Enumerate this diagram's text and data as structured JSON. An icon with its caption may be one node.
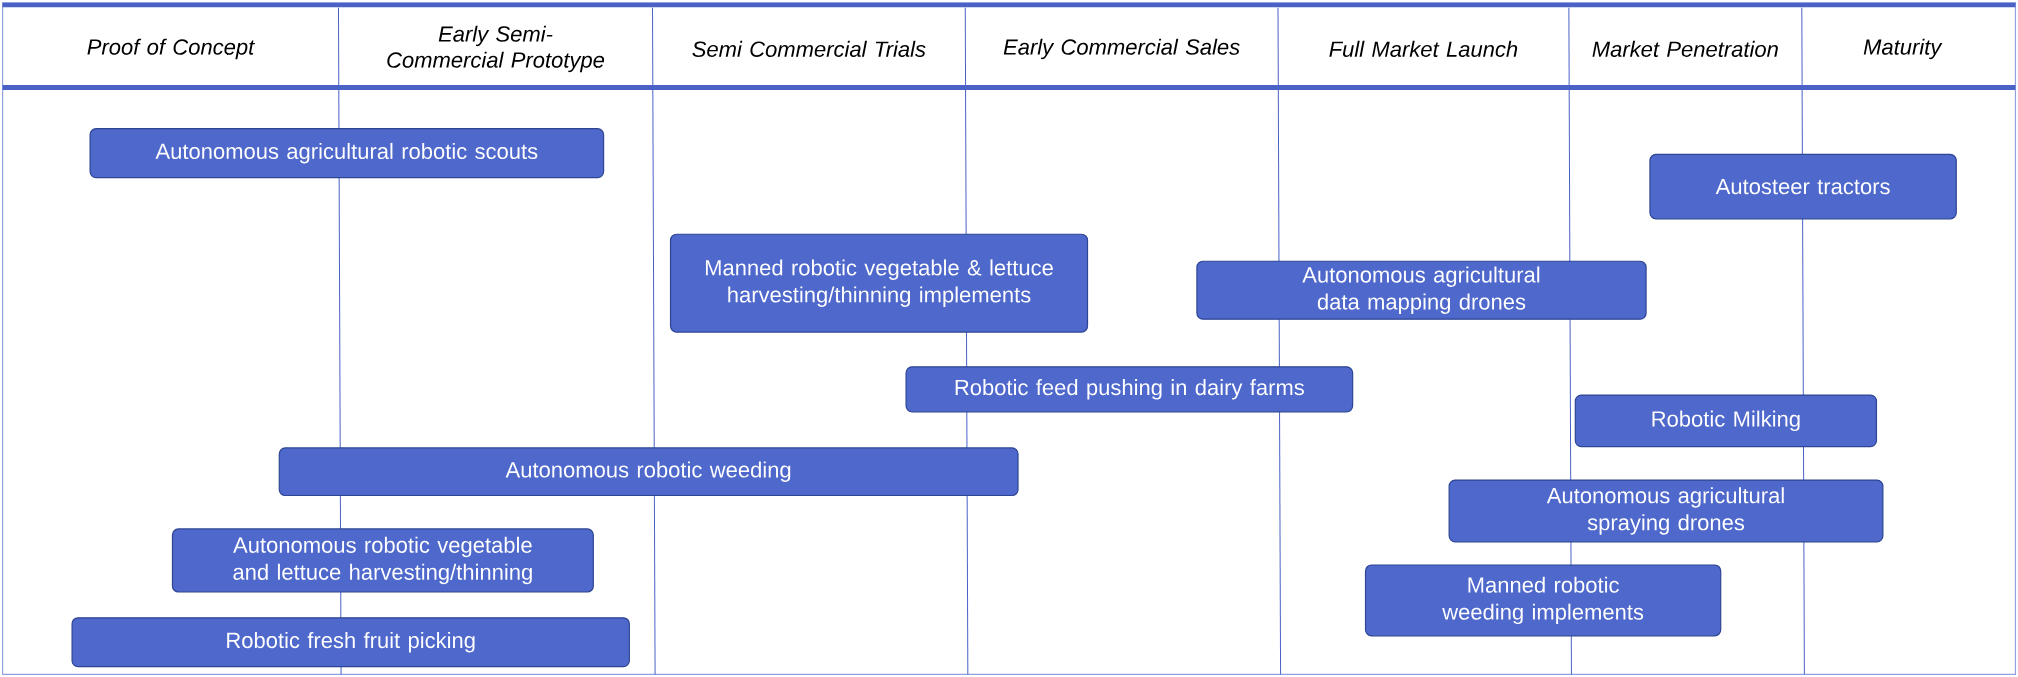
{
  "diagram": {
    "nodes": [
      {
        "text": [
          "Autonomous agricultural robotic scouts"
        ]
      },
      {
        "text": [
          "Autosteer tractors"
        ]
      },
      {
        "text": [
          "Manned robotic vegetable & lettuce harvesting/thinning implements"
        ]
      },
      {
        "text": [
          "Autonomous agricultural data mapping drones"
        ]
      },
      {
        "text": [
          "Robotic feed pushing in dairy farms"
        ]
      },
      {
        "text": [
          "Robotic Milking"
        ]
      },
      {
        "text": [
          "Autonomous robotic weeding"
        ]
      },
      {
        "text": [
          "Autonomous agricultural spraying drones"
        ]
      },
      {
        "text": [
          "Autonomous robotic vegetable and lettuce harvesting/thinning"
        ]
      },
      {
        "text": [
          "Manned robotic weeding implements"
        ]
      },
      {
        "text": [
          "Robotic fresh fruit picking"
        ]
      }
    ],
    "labels": [
      "Proof of Concept",
      "Early Semi-Commercial Prototype",
      "Semi Commercial Trials",
      "Early Commercial Sales",
      "Full Market Launch",
      "Market Penetration",
      "Maturity"
    ]
  }
}
